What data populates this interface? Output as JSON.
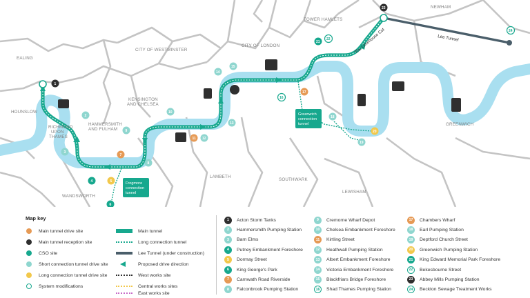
{
  "colors": {
    "river": "#a9dff0",
    "tunnel": "#17a88e",
    "dark": "#2f2f2f",
    "orange": "#e69a55",
    "yellow": "#f2c84b",
    "purple": "#c86cc8",
    "lee": "#4a5e6a",
    "borough_line": "#c4c4c4"
  },
  "boroughs": {
    "ealing": "EALING",
    "hounslow": "HOUNSLOW",
    "richmond": "RICHMOND\nUPON\nTHAMES",
    "hammersmith": "HAMMERSMITH\nAND FULHAM",
    "kensington": "KENSINGTON\nAND CHELSEA",
    "westminster": "CITY OF WESTMINSTER",
    "city": "CITY OF LONDON",
    "tower_hamlets": "TOWER HAMLETS",
    "newham": "NEWHAM",
    "greenwich": "GREENWICH",
    "wandsworth": "WANDSWORTH",
    "lambeth": "LAMBETH",
    "southwark": "SOUTHWARK",
    "lewisham": "LEWISHAM"
  },
  "map_labels": {
    "lee_tunnel": "Lee Tunnel",
    "limehouse_cut": "The Limehouse Cut",
    "greenwich_connection": "Greenwich\nconnection\ntunnel",
    "frogmore_connection": "Frogmore\nconnection\ntunnel"
  },
  "site_numbers": {
    "s1": "1",
    "s2": "2",
    "s3": "3",
    "s4": "4",
    "s5": "5",
    "s6": "6",
    "s7": "7",
    "s8": "8",
    "s9": "9",
    "s10": "10",
    "s11": "11",
    "s12": "12",
    "s13": "13",
    "s14": "14",
    "s15": "15",
    "s16": "16",
    "s17": "17",
    "s18": "18",
    "s19": "19",
    "s20": "20",
    "s21": "21",
    "s22": "22",
    "s23": "23",
    "s24": "24"
  },
  "map_key": {
    "title": "Map key",
    "site_types": [
      {
        "label": "Main tunnel drive site",
        "color": "#e69a55"
      },
      {
        "label": "Main tunnel reception site",
        "color": "#2f2f2f"
      },
      {
        "label": "CSO site",
        "color": "#17a88e"
      },
      {
        "label": "Short connection tunnel drive site",
        "color": "#8fd6cf"
      },
      {
        "label": "Long connection tunnel drive site",
        "color": "#f2c84b"
      },
      {
        "label": "System modifications",
        "color": "#17a88e"
      }
    ],
    "line_types": [
      {
        "label": "Main tunnel"
      },
      {
        "label": "Long connection tunnel"
      },
      {
        "label": "Lee Tunnel (under construction)"
      },
      {
        "label": "Proposed drive direction"
      },
      {
        "label": "West works site",
        "color": "#2f2f2f"
      },
      {
        "label": "Central works sites",
        "color": "#f2c84b"
      },
      {
        "label": "East works site",
        "color": "#c86cc8"
      }
    ],
    "sites_col1": [
      {
        "num": "1",
        "label": "Acton Storm Tanks"
      },
      {
        "num": "2",
        "label": "Hammersmith Pumping Station"
      },
      {
        "num": "3",
        "label": "Barn Elms"
      },
      {
        "num": "4",
        "label": "Putney Embankment Foreshore"
      },
      {
        "num": "5",
        "label": "Dormay Street"
      },
      {
        "num": "6",
        "label": "King George's Park"
      },
      {
        "num": "7",
        "label": "Carnwath Road Riverside"
      },
      {
        "num": "8",
        "label": "Falconbrook Pumping Station"
      }
    ],
    "sites_col2": [
      {
        "num": "9",
        "label": "Cremorne Wharf Depot"
      },
      {
        "num": "10",
        "label": "Chelsea Embankment Foreshore"
      },
      {
        "num": "11",
        "label": "Kirtling Street"
      },
      {
        "num": "12",
        "label": "Heathwall Pumping Station"
      },
      {
        "num": "13",
        "label": "Albert Embankment Foreshore"
      },
      {
        "num": "14",
        "label": "Victoria Embankment Foreshore"
      },
      {
        "num": "15",
        "label": "Blackfriars Bridge Foreshore"
      },
      {
        "num": "16",
        "label": "Shad Thames Pumping Station"
      }
    ],
    "sites_col3": [
      {
        "num": "17",
        "label": "Chambers Wharf"
      },
      {
        "num": "18",
        "label": "Earl Pumping Station"
      },
      {
        "num": "19",
        "label": "Deptford Church Street"
      },
      {
        "num": "20",
        "label": "Greenwich Pumping Station"
      },
      {
        "num": "21",
        "label": "King Edward Memorial Park Foreshore"
      },
      {
        "num": "22",
        "label": "Bekesbourne Street"
      },
      {
        "num": "23",
        "label": "Abbey Mills Pumping Station"
      },
      {
        "num": "24",
        "label": "Beckton Sewage Treatment Works"
      }
    ]
  }
}
